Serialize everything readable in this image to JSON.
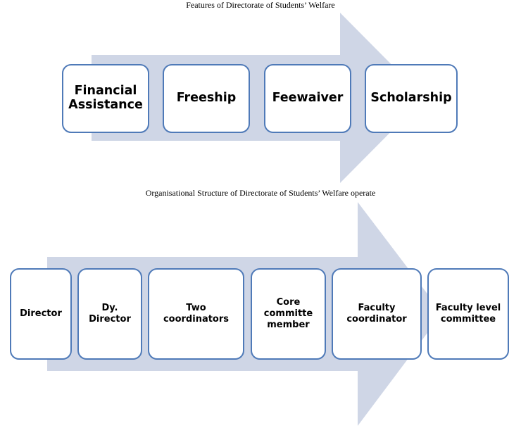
{
  "diagram1": {
    "title": "Features of Directorate of Students’ Welfare",
    "nodes": [
      {
        "label": "Financial Assistance"
      },
      {
        "label": "Freeship"
      },
      {
        "label": "Feewaiver"
      },
      {
        "label": "Scholarship"
      }
    ]
  },
  "diagram2": {
    "title": "Organisational Structure of Directorate of Students’ Welfare operate",
    "nodes": [
      {
        "label": "Director"
      },
      {
        "label": "Dy. Director"
      },
      {
        "label": "Two coordinators"
      },
      {
        "label": "Core committe member"
      },
      {
        "label": "Faculty coordinator"
      },
      {
        "label": "Faculty level committee"
      }
    ]
  },
  "colors": {
    "arrow_fill": "#cfd6e6",
    "node_border": "#4f7ab8",
    "node_fill": "#ffffff"
  }
}
